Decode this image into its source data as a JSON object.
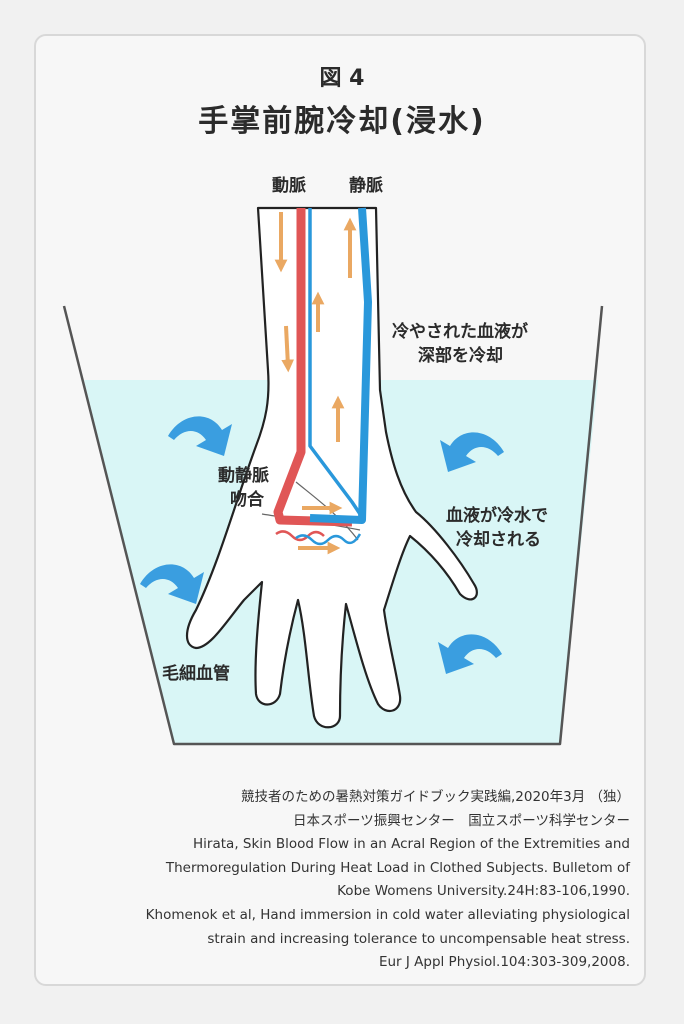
{
  "figure_label": "図 4",
  "title": "手掌前腕冷却(浸水)",
  "labels": {
    "artery": "動脈",
    "vein": "静脈",
    "cooled_blood_line1": "冷やされた血液が",
    "cooled_blood_line2": "深部を冷却",
    "anastomosis_line1": "動静脈",
    "anastomosis_line2": "吻合",
    "blood_cooled_line1": "血液が冷水で",
    "blood_cooled_line2": "冷却される",
    "capillary": "毛細血管"
  },
  "colors": {
    "water": "#d9f6f6",
    "artery": "#e05656",
    "vein": "#2a98db",
    "flow_arrow": "#eaa862",
    "water_flow_arrow": "#3a9ee0"
  },
  "references": [
    "競技者のための暑熱対策ガイドブック実践編,2020年3月 （独）",
    "日本スポーツ振興センター　国立スポーツ科学センター",
    "Hirata, Skin Blood Flow in an Acral Region of the Extremities and",
    "Thermoregulation During Heat Load in Clothed Subjects. Bulletom of",
    "Kobe Womens University.24H:83-106,1990.",
    "Khomenok et al, Hand immersion in cold water alleviating physiological",
    "strain and increasing tolerance to uncompensable heat stress.",
    "Eur J Appl Physiol.104:303-309,2008."
  ]
}
